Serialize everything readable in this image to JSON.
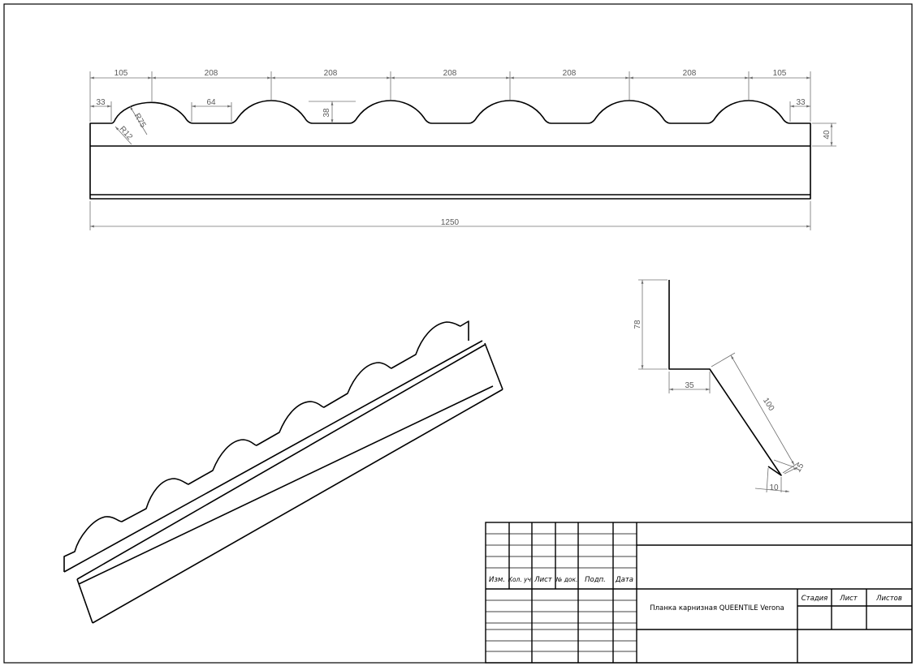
{
  "front_view": {
    "dims_top": [
      "105",
      "208",
      "208",
      "208",
      "208",
      "208",
      "105"
    ],
    "dim_left_33": "33",
    "dim_right_33": "33",
    "dim_64": "64",
    "dim_38": "38",
    "dim_40": "40",
    "dim_r75": "R75",
    "dim_r12": "R12",
    "dim_total": "1250"
  },
  "section_view": {
    "dim_78": "78",
    "dim_35": "35",
    "dim_100": "100",
    "dim_15": "15",
    "dim_10": "10"
  },
  "title_block": {
    "col_headers": [
      "Изм.",
      "Кол. уч.",
      "Лист",
      "№ док.",
      "Подп.",
      "Дата"
    ],
    "product_name": "Планка карнизная QUEENTILE Verona",
    "stage_label": "Стадия",
    "sheet_label": "Лист",
    "sheets_label": "Листов"
  }
}
